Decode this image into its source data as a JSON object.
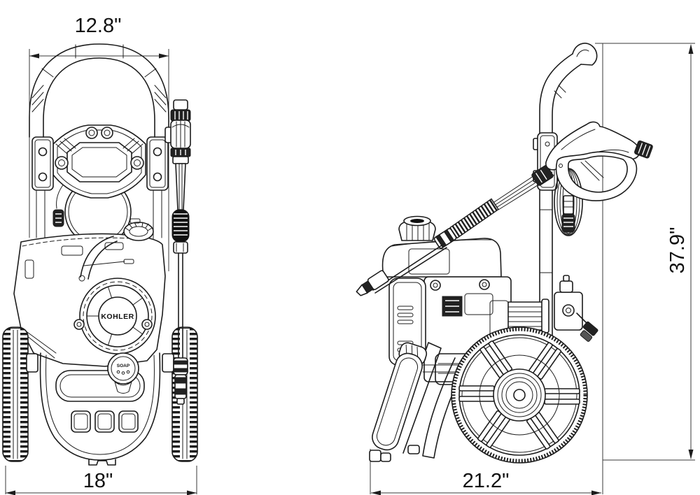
{
  "dimension_labels": {
    "handle_width": "12.8\"",
    "overall_width": "18\"",
    "overall_depth": "21.2\"",
    "overall_height": "37.9\""
  },
  "product_labels": {
    "engine_brand": "KOHLER",
    "detergent_cap": "SOAP"
  },
  "colors": {
    "line_color": "#1c1c1c",
    "dimension_line_color": "#3a3a3a",
    "background": "#ffffff"
  }
}
